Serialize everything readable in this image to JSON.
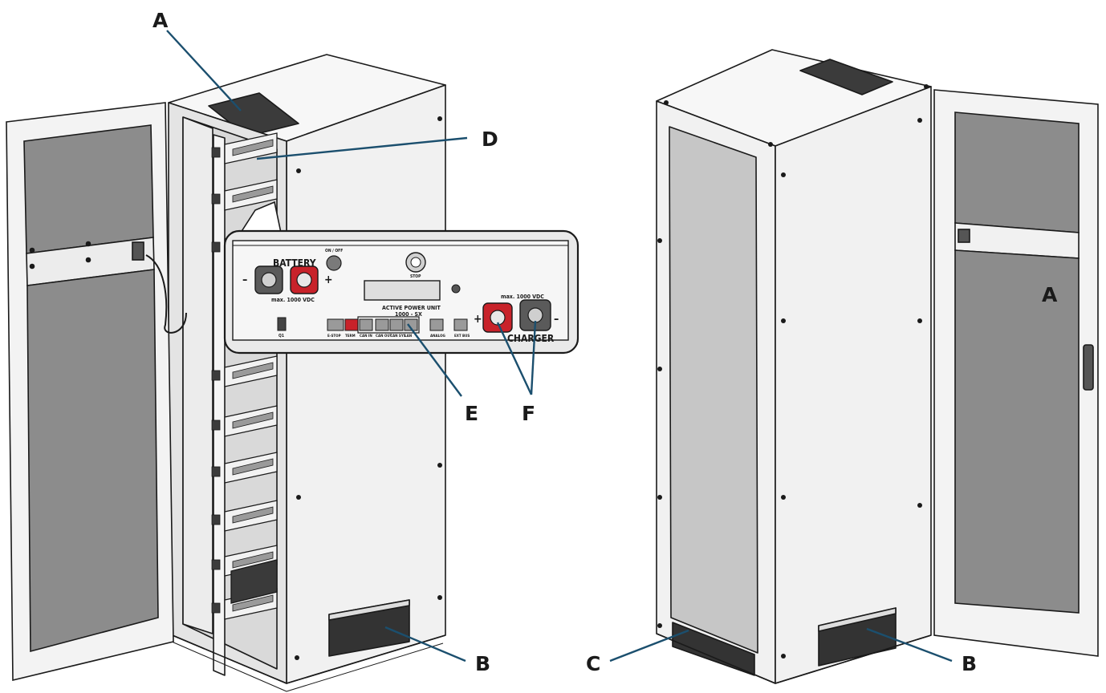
{
  "callouts": {
    "left_a": "A",
    "left_d": "D",
    "left_e": "E",
    "left_f": "F",
    "left_b": "B",
    "right_a": "A",
    "right_c": "C",
    "right_b": "B"
  },
  "panel": {
    "battery_label": "BATTERY",
    "battery_limit": "max. 1000 VDC",
    "minus": "–",
    "plus": "+",
    "unit_title": "ACTIVE POWER UNIT",
    "unit_model": "1000 - SX",
    "charger_label": "CHARGER",
    "charger_limit": "max. 1000 VDC",
    "charger_plus": "+",
    "charger_minus": "–",
    "top_switch_label": "ON / OFF",
    "key_label": "STOP",
    "port_labels": [
      "E-STOP",
      "TERM",
      "CAN IN",
      "CAN OUT",
      "CAN SYS",
      "LAN",
      "ANALOG",
      "EXT BUS"
    ],
    "left_switch_label": "Q1"
  },
  "colors": {
    "line": "#1a1a1a",
    "callout_line": "#1b4f6e",
    "cabinet_face": "#f3f3f3",
    "cabinet_side": "#e6e6e6",
    "cabinet_top": "#f7f7f7",
    "window_glass": "#8c8c8c",
    "side_glass": "#c6c6c6",
    "connector_red": "#c8222a",
    "connector_grey": "#5a5a5a"
  }
}
